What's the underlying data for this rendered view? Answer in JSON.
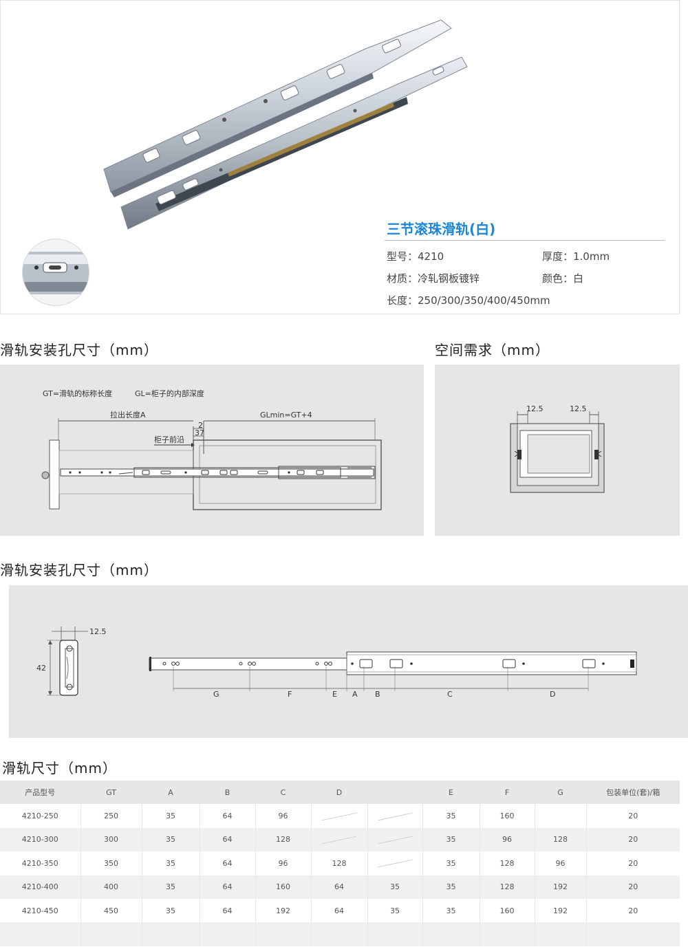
{
  "product": {
    "title": "三节滚珠滑轨(白)",
    "model_label": "型号：4210",
    "thickness_label": "厚度：1.0mm",
    "material_label": "材质：冷轧钢板镀锌",
    "color_label": "颜色：白",
    "length_label": "长度：250/300/350/400/450mm",
    "accent_color": "#1a86d6"
  },
  "section1": {
    "heading": "滑轨安装孔尺寸（mm）",
    "legend_gt": "GT=滑轨的标称长度",
    "legend_gl": "GL=柜子的内部深度",
    "pull_length": "拉出长度A",
    "gl_min": "GLmin=GT+4",
    "dim_2": "2",
    "dim_37": "37",
    "cabinet_front": "柜子前沿"
  },
  "section2": {
    "heading": "空间需求（mm）",
    "left_gap": "12.5",
    "right_gap": "12.5"
  },
  "section3": {
    "heading": "滑轨安装孔尺寸（mm）",
    "width_dim": "12.5",
    "height_dim": "42",
    "labels": [
      "G",
      "F",
      "E",
      "A",
      "B",
      "C",
      "D"
    ]
  },
  "section4": {
    "heading": "滑轨尺寸（mm）"
  },
  "table": {
    "headers": [
      "产品型号",
      "GT",
      "A",
      "B",
      "C",
      "D",
      "",
      "E",
      "F",
      "G",
      "包装单位(套)/箱"
    ],
    "rows": [
      [
        "4210-250",
        "250",
        "35",
        "64",
        "96",
        "/",
        "/",
        "35",
        "160",
        "",
        "20"
      ],
      [
        "4210-300",
        "300",
        "35",
        "64",
        "128",
        "/",
        "/",
        "35",
        "96",
        "128",
        "20"
      ],
      [
        "4210-350",
        "350",
        "35",
        "64",
        "96",
        "128",
        "/",
        "35",
        "128",
        "96",
        "20"
      ],
      [
        "4210-400",
        "400",
        "35",
        "64",
        "160",
        "64",
        "35",
        "35",
        "128",
        "192",
        "20"
      ],
      [
        "4210-450",
        "450",
        "35",
        "64",
        "192",
        "64",
        "35",
        "35",
        "160",
        "192",
        "20"
      ],
      [
        "",
        "",
        "",
        "",
        "",
        "",
        "",
        "",
        "",
        "",
        ""
      ]
    ]
  }
}
